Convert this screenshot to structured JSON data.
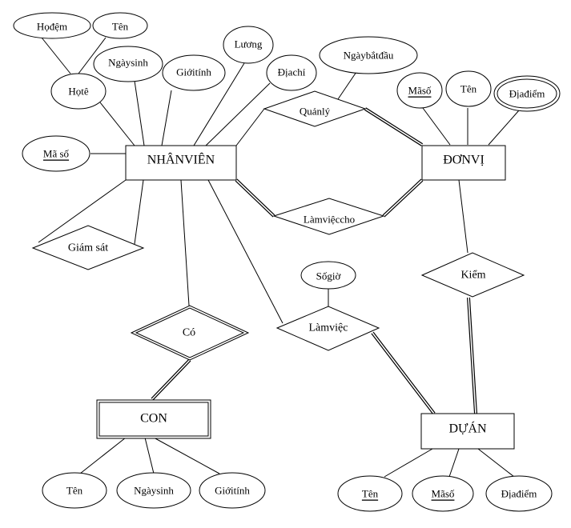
{
  "diagram": {
    "type": "er-diagram",
    "entities": {
      "nhanvien": {
        "label": "NHÂNVIÊN",
        "weak": false
      },
      "donvi": {
        "label": "ĐƠNVỊ",
        "weak": false
      },
      "con": {
        "label": "CON",
        "weak": true
      },
      "duan": {
        "label": "DỰÁN",
        "weak": false
      }
    },
    "relationships": {
      "quanly": {
        "label": "Quảnlý",
        "identifying": false
      },
      "lamvieccho": {
        "label": "Làmviệccho",
        "identifying": false
      },
      "giamsat": {
        "label": "Giám sát",
        "identifying": false
      },
      "co": {
        "label": "Có",
        "identifying": true
      },
      "lamviec": {
        "label": "Làmviệc",
        "identifying": false
      },
      "kiem": {
        "label": "Kiểm",
        "identifying": false
      }
    },
    "attributes": {
      "hodem": {
        "label": "Họđệm",
        "key": false,
        "multivalued": false
      },
      "ten_nv": {
        "label": "Tên",
        "key": false,
        "multivalued": false
      },
      "hote": {
        "label": "Họtê",
        "key": false,
        "multivalued": false
      },
      "ngaysinh_nv": {
        "label": "Ngàysinh",
        "key": false,
        "multivalued": false
      },
      "gioitinh_nv": {
        "label": "Giớitính",
        "key": false,
        "multivalued": false
      },
      "luong": {
        "label": "Lương",
        "key": false,
        "multivalued": false
      },
      "diachi": {
        "label": "Địachỉ",
        "key": false,
        "multivalued": false
      },
      "maso_nv": {
        "label": "Mã số",
        "key": true,
        "multivalued": false
      },
      "ngaybatdau": {
        "label": "Ngàybắtđầu",
        "key": false,
        "multivalued": false
      },
      "maso_dv": {
        "label": "Mãsố",
        "key": true,
        "multivalued": false
      },
      "ten_dv": {
        "label": "Tên",
        "key": false,
        "multivalued": false
      },
      "diadiem_dv": {
        "label": "Địađiểm",
        "key": false,
        "multivalued": true
      },
      "sogio": {
        "label": "Sốgiờ",
        "key": false,
        "multivalued": false
      },
      "ten_con": {
        "label": "Tên",
        "key": false,
        "multivalued": false
      },
      "ngaysinh_con": {
        "label": "Ngàysinh",
        "key": false,
        "multivalued": false
      },
      "gioitinh_con": {
        "label": "Giớitính",
        "key": false,
        "multivalued": false
      },
      "ten_da": {
        "label": "Tên",
        "key": true,
        "multivalued": false
      },
      "maso_da": {
        "label": "Mãsố",
        "key": true,
        "multivalued": false
      },
      "diadiem_da": {
        "label": "Địađiểm",
        "key": false,
        "multivalued": false
      }
    },
    "links": [
      {
        "from": "hodem",
        "to": "hote",
        "total": false
      },
      {
        "from": "ten_nv",
        "to": "hote",
        "total": false
      },
      {
        "from": "hote",
        "to": "nhanvien",
        "total": false
      },
      {
        "from": "ngaysinh_nv",
        "to": "nhanvien",
        "total": false
      },
      {
        "from": "gioitinh_nv",
        "to": "nhanvien",
        "total": false
      },
      {
        "from": "luong",
        "to": "nhanvien",
        "total": false
      },
      {
        "from": "diachi",
        "to": "nhanvien",
        "total": false
      },
      {
        "from": "maso_nv",
        "to": "nhanvien",
        "total": false
      },
      {
        "from": "ngaybatdau",
        "to": "quanly",
        "total": false
      },
      {
        "from": "nhanvien",
        "to": "quanly",
        "total": false
      },
      {
        "from": "quanly",
        "to": "donvi",
        "total": true
      },
      {
        "from": "nhanvien",
        "to": "lamvieccho",
        "total": true
      },
      {
        "from": "lamvieccho",
        "to": "donvi",
        "total": true
      },
      {
        "from": "maso_dv",
        "to": "donvi",
        "total": false
      },
      {
        "from": "ten_dv",
        "to": "donvi",
        "total": false
      },
      {
        "from": "diadiem_dv",
        "to": "donvi",
        "total": false
      },
      {
        "from": "nhanvien",
        "to": "giamsat",
        "total": false
      },
      {
        "from": "nhanvien",
        "to": "co",
        "total": false
      },
      {
        "from": "co",
        "to": "con",
        "total": true
      },
      {
        "from": "nhanvien",
        "to": "lamviec",
        "total": false
      },
      {
        "from": "sogio",
        "to": "lamviec",
        "total": false
      },
      {
        "from": "lamviec",
        "to": "duan",
        "total": true
      },
      {
        "from": "donvi",
        "to": "kiem",
        "total": false
      },
      {
        "from": "kiem",
        "to": "duan",
        "total": true
      },
      {
        "from": "con",
        "to": "ten_con",
        "total": false
      },
      {
        "from": "con",
        "to": "ngaysinh_con",
        "total": false
      },
      {
        "from": "con",
        "to": "gioitinh_con",
        "total": false
      },
      {
        "from": "duan",
        "to": "ten_da",
        "total": false
      },
      {
        "from": "duan",
        "to": "maso_da",
        "total": false
      },
      {
        "from": "duan",
        "to": "diadiem_da",
        "total": false
      }
    ]
  }
}
